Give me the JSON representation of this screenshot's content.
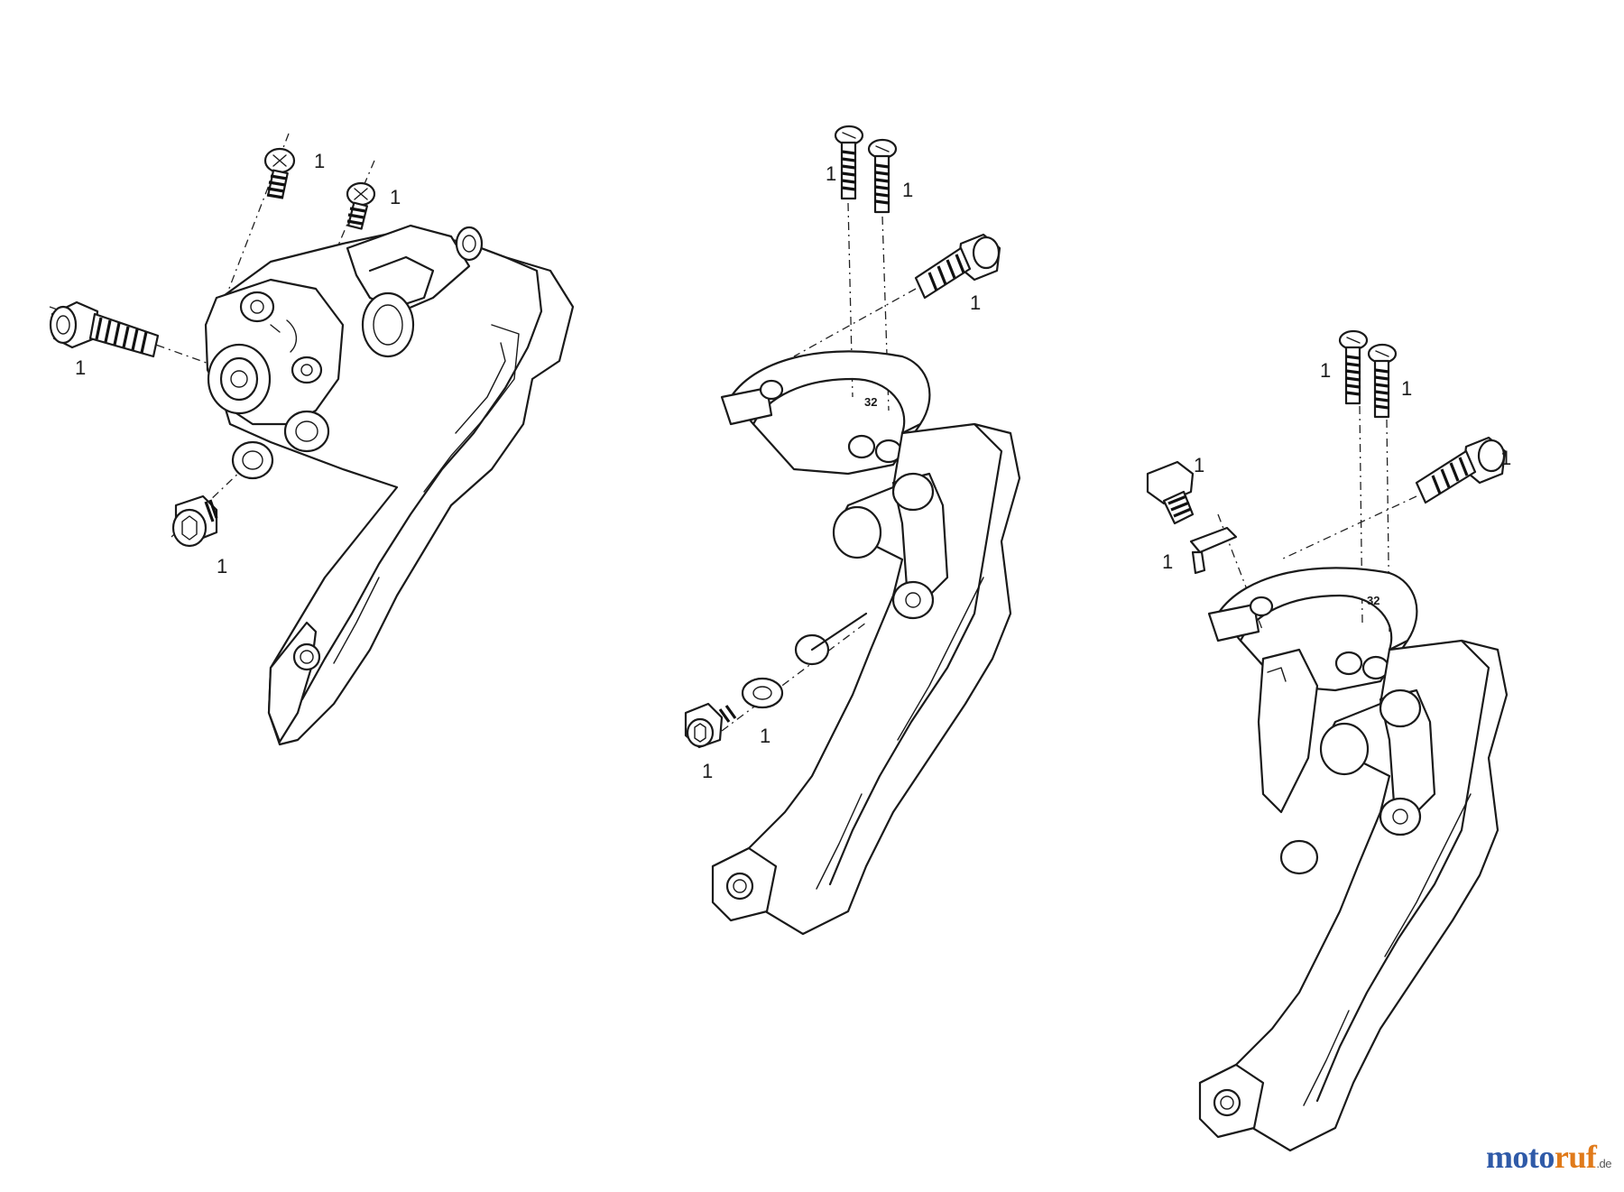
{
  "callouts": {
    "a_screw_top1": "1",
    "a_screw_top2": "1",
    "a_bolt_left": "1",
    "a_nut_bottom": "1",
    "b_screw_left": "1",
    "b_screw_right": "1",
    "b_bolt": "1",
    "b_washer": "1",
    "b_bolt_small": "1",
    "c_screw_left": "1",
    "c_screw_right": "1",
    "c_bolt": "1",
    "c_bolt_small": "1",
    "c_spacer": "1"
  },
  "clamp_marks": {
    "b_clamp": "32",
    "c_clamp": "32"
  },
  "logo": {
    "part1": "moto",
    "part2": "ruf",
    "suffix": ".de"
  },
  "colors": {
    "logo_blue": "#2f5aa8",
    "logo_orange": "#e07a1a",
    "line": "#1a1a1a"
  }
}
